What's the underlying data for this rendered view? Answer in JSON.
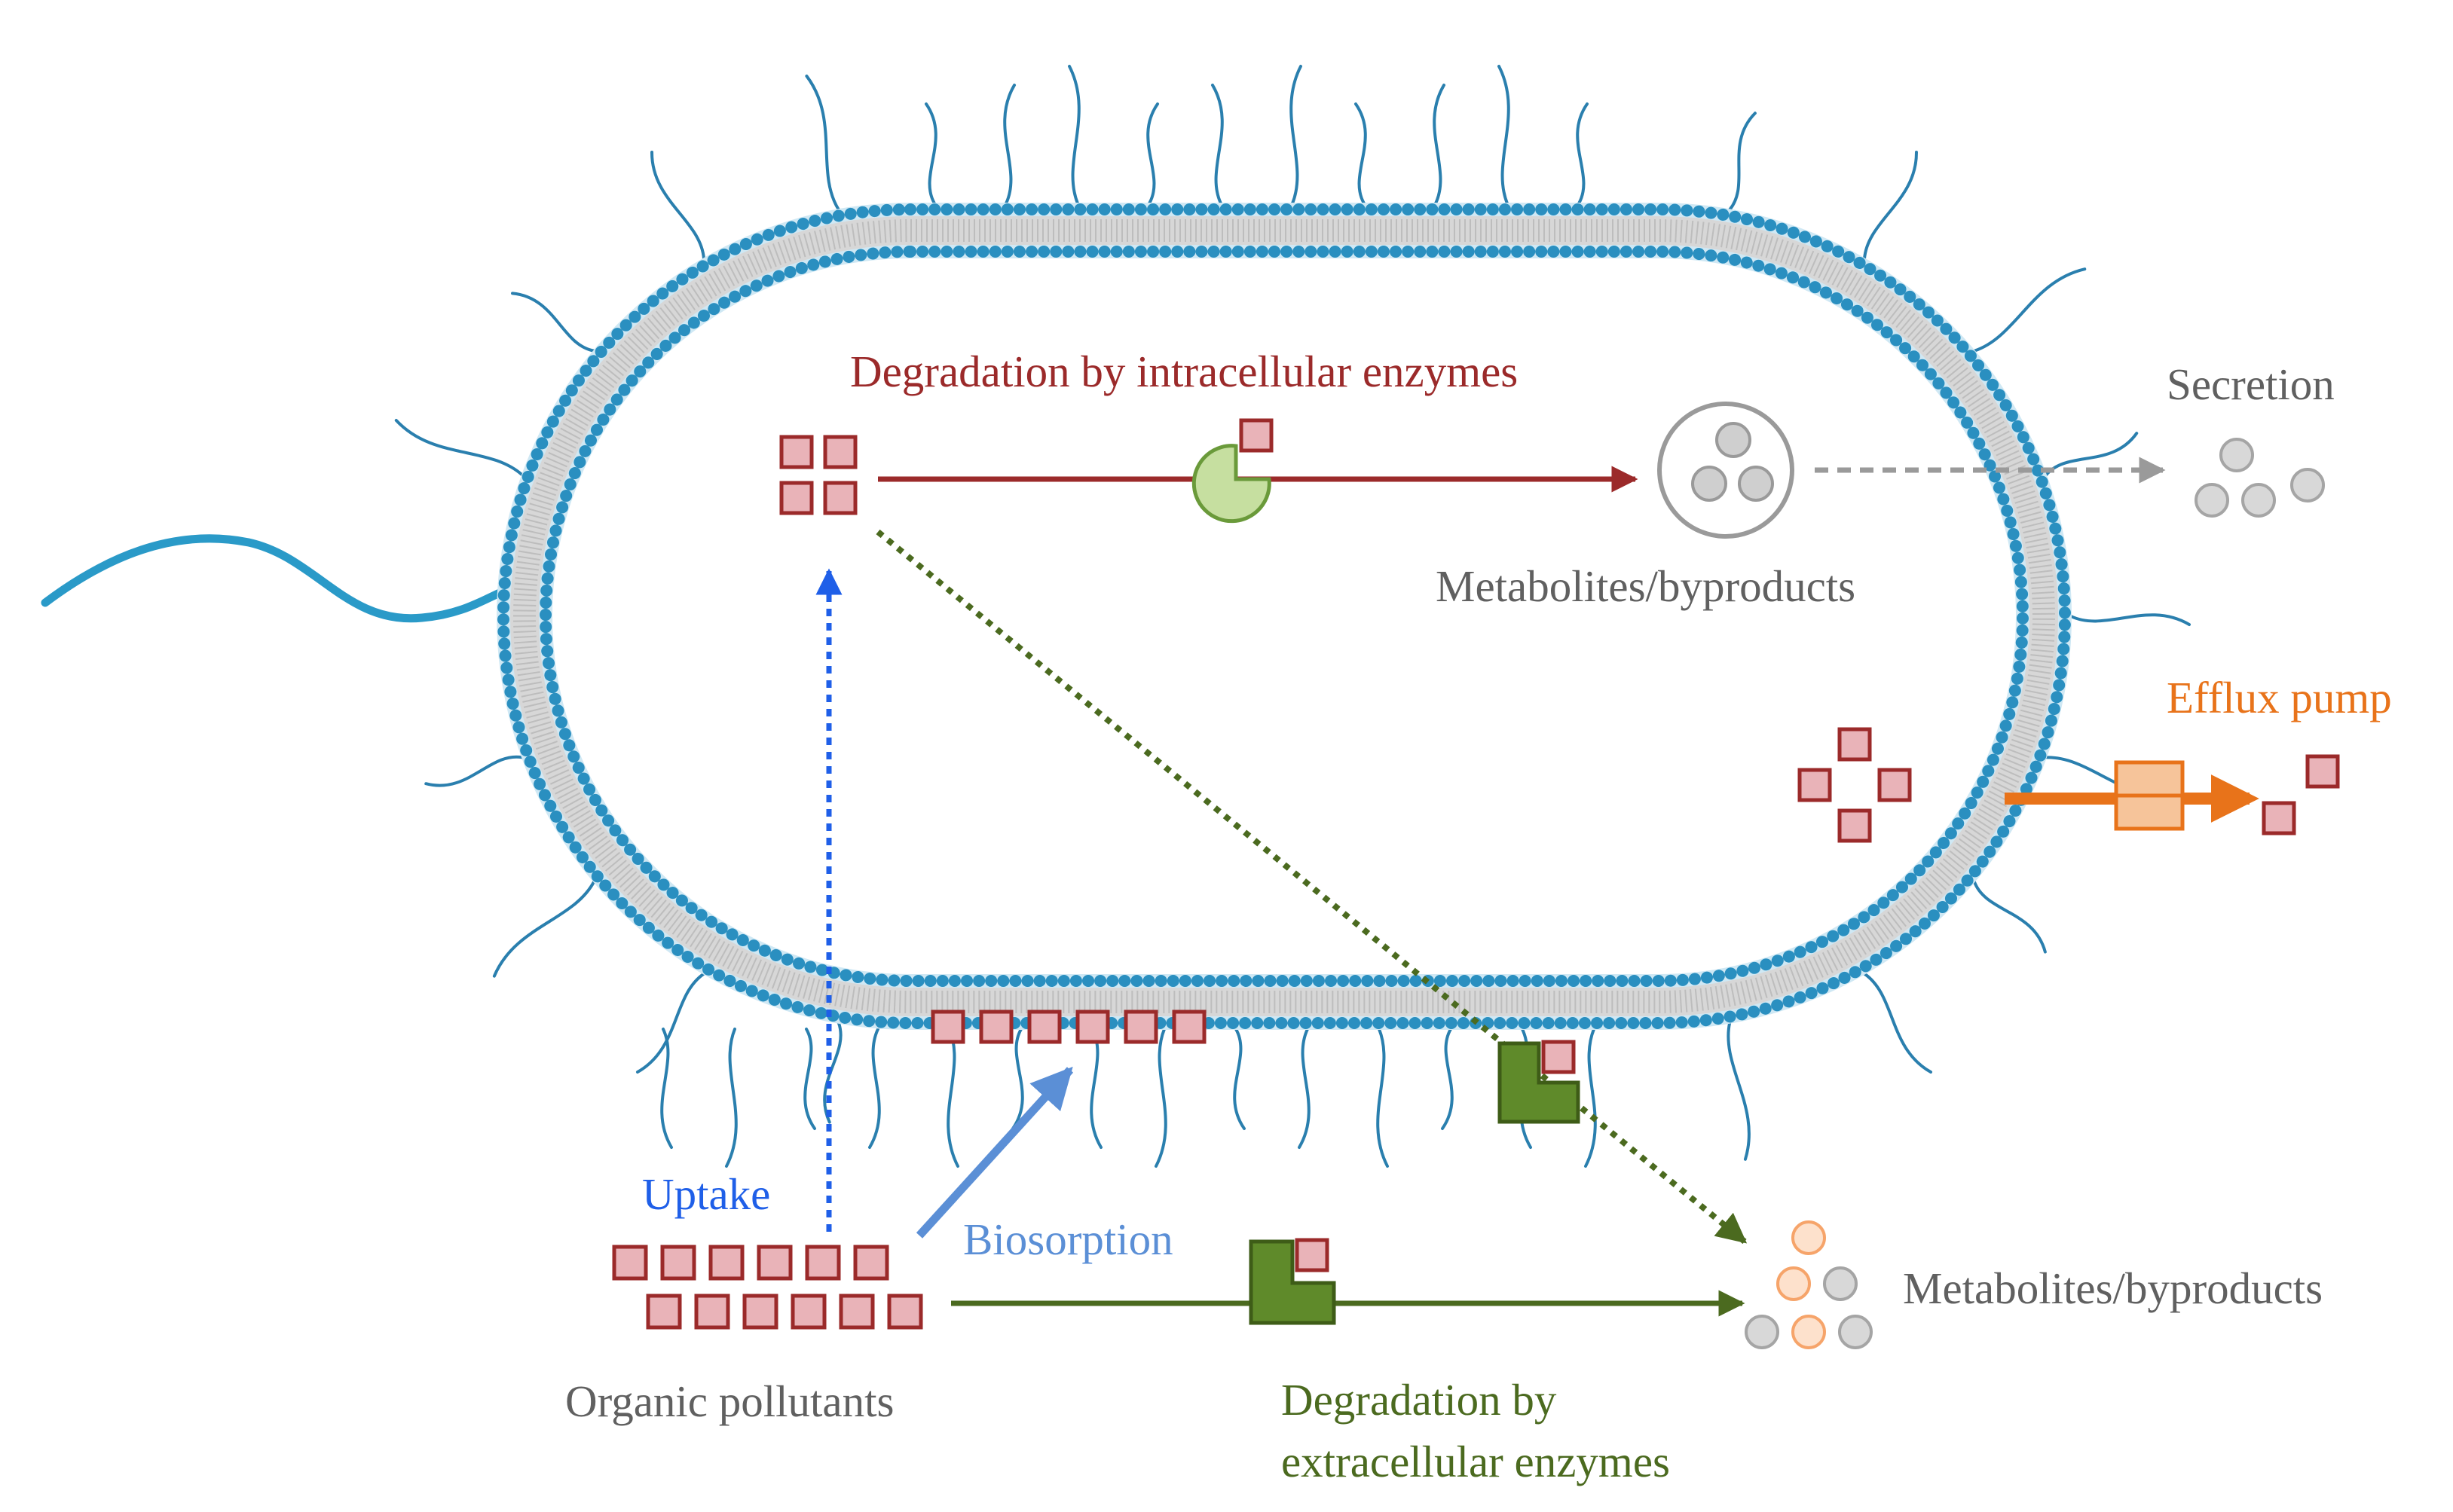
{
  "labels": {
    "intracellular": "Degradation by intracellular enzymes",
    "secretion": "Secretion",
    "metabolites_top": "Metabolites/byproducts",
    "efflux": "Efflux pump",
    "uptake": "Uptake",
    "biosorption": "Biosorption",
    "metabolites_bottom": "Metabolites/byproducts",
    "pollutants": "Organic pollutants",
    "extracellular_line1": "Degradation by",
    "extracellular_line2": "extracellular enzymes"
  },
  "colors": {
    "membrane": "#2a8fc0",
    "membrane_light": "#a9d6ea",
    "intracellular": "#9b2a2a",
    "pollutant_fill": "#e9b3b8",
    "pollutant_stroke": "#9b2a2a",
    "metabolite": "#9a9a9a",
    "metabolite_fill": "#cfcfcf",
    "efflux": "#e8731a",
    "uptake": "#1f5fe8",
    "biosorption": "#5b8fd6",
    "extracellular": "#4b6a1f",
    "enzyme_green": "#5f8a2a",
    "enzyme_light": "#c6dfa0",
    "label_gray": "#606060",
    "orange_metabolite": "#f6a46a"
  },
  "icons": [
    "flagellum",
    "pili",
    "membrane-bilayer",
    "pollutant-square",
    "enzyme-pacman",
    "enzyme-l-block",
    "vesicle",
    "efflux-pump"
  ]
}
